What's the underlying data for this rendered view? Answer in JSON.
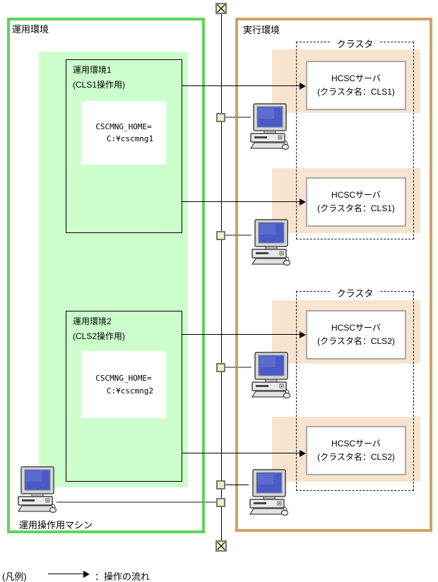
{
  "operation_env": {
    "title": "運用環境",
    "machine_label": "運用操作用マシン",
    "sub_envs": [
      {
        "title": "運用環境1",
        "subtitle": "(CLS1操作用)",
        "home_line1": "CSCMNG_HOME=",
        "home_line2": "C:¥cscmng1"
      },
      {
        "title": "運用環境2",
        "subtitle": "(CLS2操作用)",
        "home_line1": "CSCMNG_HOME=",
        "home_line2": "C:¥cscmng2"
      }
    ]
  },
  "execution_env": {
    "title": "実行環境",
    "clusters": [
      {
        "label": "クラスタ",
        "servers": [
          {
            "line1": "HCSCサーバ",
            "line2": "(クラスタ名：CLS1)"
          },
          {
            "line1": "HCSCサーバ",
            "line2": "(クラスタ名：CLS1)"
          }
        ]
      },
      {
        "label": "クラスタ",
        "servers": [
          {
            "line1": "HCSCサーバ",
            "line2": "(クラスタ名：CLS2)"
          },
          {
            "line1": "HCSCサーバ",
            "line2": "(クラスタ名：CLS2)"
          }
        ]
      }
    ]
  },
  "legend": {
    "label": "(凡例)",
    "meaning": "：操作の流れ"
  },
  "colors": {
    "green-border": "#5cd65c",
    "green-fill": "#ccffcc",
    "tan-border": "#d2a165",
    "band-fill": "#f7e4cf",
    "connector-fill": "#efefc5"
  }
}
